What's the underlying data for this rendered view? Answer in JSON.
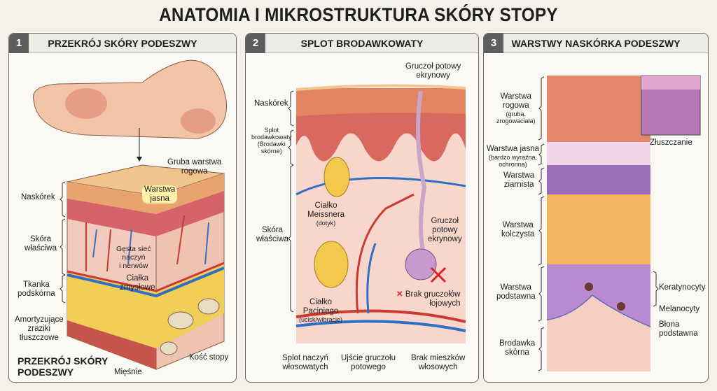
{
  "title": "ANATOMIA I MIKROSTRUKTURA SKÓRY STOPY",
  "panels": [
    {
      "number": "1",
      "title": "PRZEKRÓJ SKÓRY PODESZWY",
      "labels": {
        "gruba": "Gruba warstwa",
        "gruba2": "rogowa",
        "jasna": "Warstwa",
        "jasna2": "jasna",
        "naskorek": "Naskórek",
        "skora": "Skóra",
        "skora2": "właściwa",
        "gesta": "Gęsta sieć",
        "gesta2": "naczyń",
        "gesta3": "i nerwów",
        "cialka": "Ciałka",
        "cialka2": "zmysłowe",
        "tkanka": "Tkanka",
        "tkanka2": "podskórna",
        "amort": "Amortyzujące",
        "amort2": "zraziki",
        "amort3": "tłuszczowe",
        "miesnie": "Mięśnie",
        "kosc": "Kość stopy",
        "caption": "PRZEKRÓJ SKÓRY",
        "caption2": "PODESZWY"
      }
    },
    {
      "number": "2",
      "title": "SPLOT BRODAWKOWATY",
      "labels": {
        "gruczol_top": "Gruczoł potowy",
        "gruczol_top2": "ekrynowy",
        "naskorek": "Naskórek",
        "splot": "Splot",
        "splot2": "brodawkowaty",
        "splot3": "(Brodawki",
        "splot4": "skórne)",
        "skora": "Skóra",
        "skora2": "właściwa",
        "meissner": "Ciałko",
        "meissner2": "Meissnera",
        "meissner3": "(dotyk)",
        "pacini": "Ciałko",
        "pacini2": "Paciniego",
        "pacini3": "(ucisk/wibracje)",
        "gruczol": "Gruczoł",
        "gruczol2": "potowy",
        "gruczol3": "ekrynowy",
        "brak_loj": "Brak gruczołów",
        "brak_loj2": "łojowych",
        "splot_nacz": "Splot naczyń",
        "splot_nacz2": "włosowatych",
        "ujscie": "Ujście gruczołu",
        "ujscie2": "potowego",
        "brak_miesz": "Brak mieszków",
        "brak_miesz2": "włosowych"
      }
    },
    {
      "number": "3",
      "title": "WARSTWY NASKÓRKA PODESZWY",
      "labels": {
        "rogowa": "Warstwa",
        "rogowa2": "rogowa",
        "rogowa3": "(gruba,",
        "rogowa4": "zrogowaciała)",
        "jasna": "Warstwa jasna",
        "jasna2": "(bardzo wyraźna,",
        "jasna3": "ochronna)",
        "ziarnista": "Warstwa",
        "ziarnista2": "ziarnista",
        "kolczysta": "Warstwa",
        "kolczysta2": "kolczysta",
        "podstawna": "Warstwa",
        "podstawna2": "podstawna",
        "brodawka": "Brodawka",
        "brodawka2": "skórna",
        "zluszczanie": "Złuszczanie",
        "keratynocyty": "Keratynocyty",
        "melanocyty": "Melanocyty",
        "blona": "Błona",
        "blona2": "podstawna"
      }
    }
  ]
}
